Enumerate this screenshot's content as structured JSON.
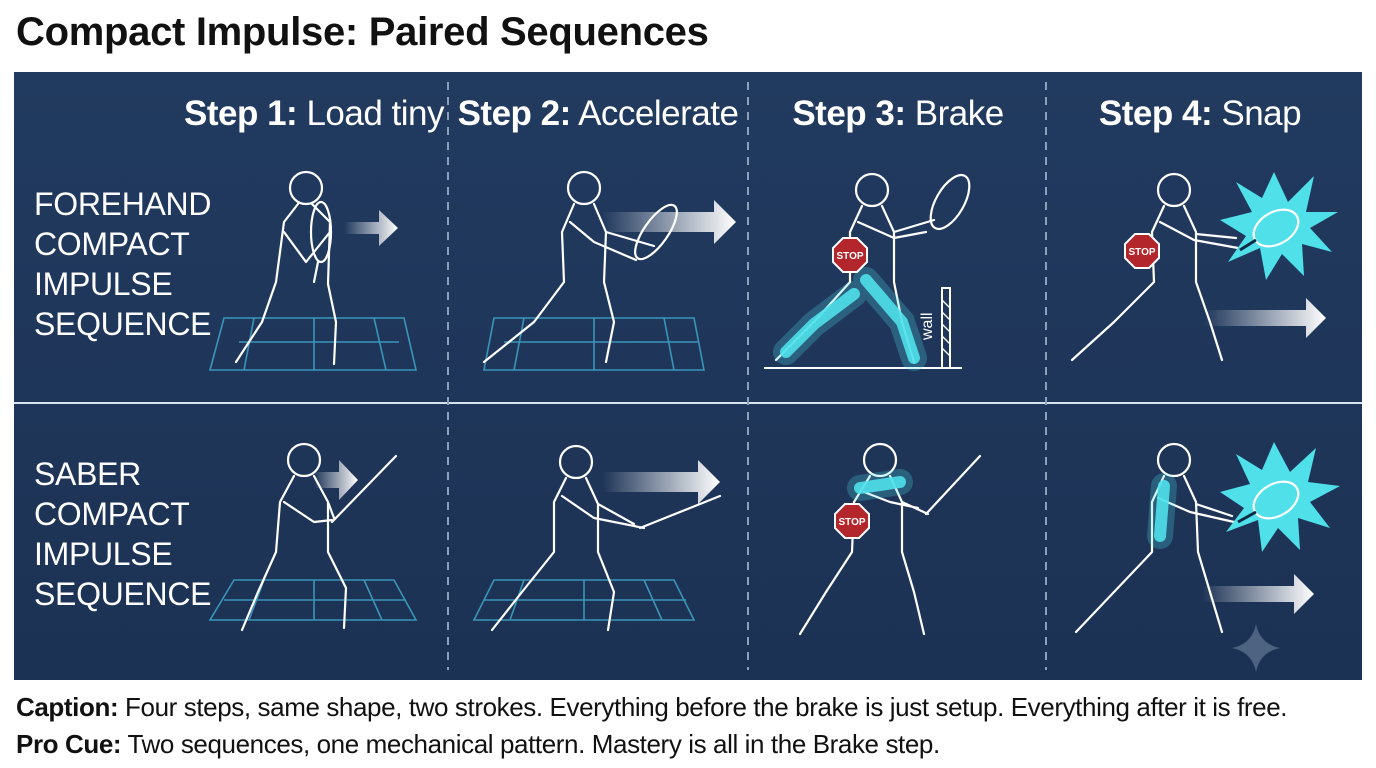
{
  "title": "Compact Impulse: Paired Sequences",
  "steps": [
    {
      "num": "Step 1:",
      "name": "Load tiny"
    },
    {
      "num": "Step 2:",
      "name": "Accelerate"
    },
    {
      "num": "Step 3:",
      "name": "Brake"
    },
    {
      "num": "Step 4:",
      "name": "Snap"
    }
  ],
  "rows": [
    {
      "lines": [
        "FOREHAND",
        "COMPACT",
        "IMPULSE",
        "SEQUENCE"
      ]
    },
    {
      "lines": [
        "SABER",
        "COMPACT",
        "IMPULSE",
        "SEQUENCE"
      ]
    }
  ],
  "stop_sign_text": "STOP",
  "wall_label": "wall",
  "caption": {
    "label": "Caption:",
    "text": " Four steps, same shape, two strokes. Everything before the brake is just setup. Everything after it is free."
  },
  "pro_cue": {
    "label": "Pro Cue:",
    "text": " Two sequences, one mechanical pattern. Mastery is all in the Brake step."
  },
  "colors": {
    "panel": "#1d3557",
    "accent_glow": "#4fe0ea",
    "stop_red": "#b3262c"
  }
}
